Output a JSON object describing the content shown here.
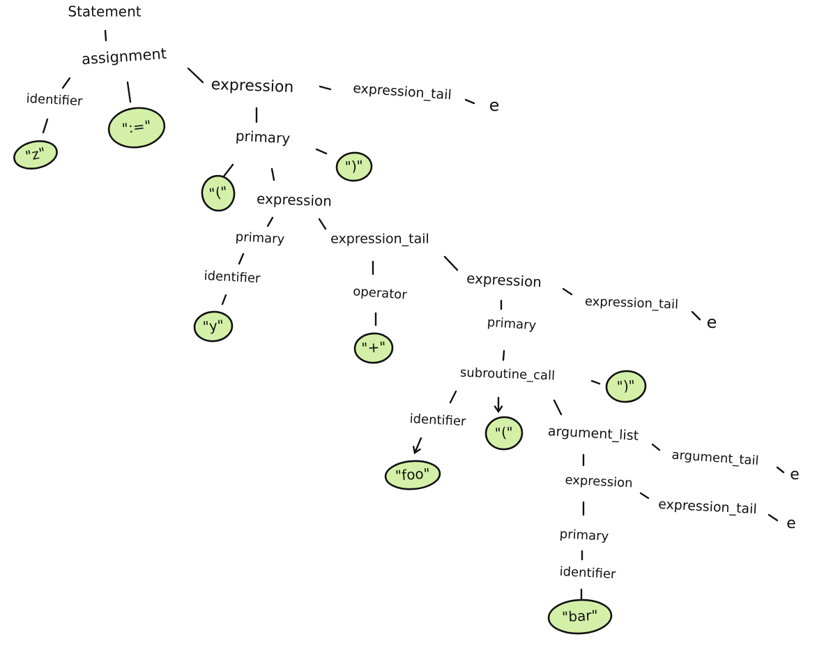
{
  "tree": {
    "nodes": [
      {
        "id": "statement",
        "label": "Statement",
        "kind": "rule"
      },
      {
        "id": "assignment",
        "label": "assignment",
        "kind": "rule"
      },
      {
        "id": "id1",
        "label": "identifier",
        "kind": "rule"
      },
      {
        "id": "z",
        "label": "\"z\"",
        "kind": "terminal"
      },
      {
        "id": "assign_op",
        "label": "\":=\"",
        "kind": "terminal"
      },
      {
        "id": "expr1",
        "label": "expression",
        "kind": "rule"
      },
      {
        "id": "exprtail1",
        "label": "expression_tail",
        "kind": "rule"
      },
      {
        "id": "e1",
        "label": "e",
        "kind": "rule"
      },
      {
        "id": "primary1",
        "label": "primary",
        "kind": "rule"
      },
      {
        "id": "lparen1",
        "label": "\"(\"",
        "kind": "terminal"
      },
      {
        "id": "rparen1",
        "label": "\")\"",
        "kind": "terminal"
      },
      {
        "id": "expr2",
        "label": "expression",
        "kind": "rule"
      },
      {
        "id": "primary2",
        "label": "primary",
        "kind": "rule"
      },
      {
        "id": "exprtail2",
        "label": "expression_tail",
        "kind": "rule"
      },
      {
        "id": "id2",
        "label": "identifier",
        "kind": "rule"
      },
      {
        "id": "y",
        "label": "\"y\"",
        "kind": "terminal"
      },
      {
        "id": "operator",
        "label": "operator",
        "kind": "rule"
      },
      {
        "id": "plus",
        "label": "\"+\"",
        "kind": "terminal"
      },
      {
        "id": "expr3",
        "label": "expression",
        "kind": "rule"
      },
      {
        "id": "exprtail3",
        "label": "expression_tail",
        "kind": "rule"
      },
      {
        "id": "e2",
        "label": "e",
        "kind": "rule"
      },
      {
        "id": "primary3",
        "label": "primary",
        "kind": "rule"
      },
      {
        "id": "subcall",
        "label": "subroutine_call",
        "kind": "rule"
      },
      {
        "id": "rparen2",
        "label": "\")\"",
        "kind": "terminal"
      },
      {
        "id": "id3",
        "label": "identifier",
        "kind": "rule"
      },
      {
        "id": "lparen2",
        "label": "\"(\"",
        "kind": "terminal"
      },
      {
        "id": "arglist",
        "label": "argument_list",
        "kind": "rule"
      },
      {
        "id": "foo",
        "label": "\"foo\"",
        "kind": "terminal"
      },
      {
        "id": "argtail",
        "label": "argument_tail",
        "kind": "rule"
      },
      {
        "id": "e3",
        "label": "e",
        "kind": "rule"
      },
      {
        "id": "expr4",
        "label": "expression",
        "kind": "rule"
      },
      {
        "id": "exprtail4",
        "label": "expression_tail",
        "kind": "rule"
      },
      {
        "id": "e4",
        "label": "e",
        "kind": "rule"
      },
      {
        "id": "primary4",
        "label": "primary",
        "kind": "rule"
      },
      {
        "id": "id4",
        "label": "identifier",
        "kind": "rule"
      },
      {
        "id": "bar",
        "label": "\"bar\"",
        "kind": "terminal"
      }
    ],
    "edges": [
      [
        "statement",
        "assignment"
      ],
      [
        "assignment",
        "id1"
      ],
      [
        "assignment",
        "assign_op"
      ],
      [
        "assignment",
        "expr1"
      ],
      [
        "id1",
        "z"
      ],
      [
        "expr1",
        "exprtail1"
      ],
      [
        "exprtail1",
        "e1"
      ],
      [
        "expr1",
        "primary1"
      ],
      [
        "primary1",
        "lparen1"
      ],
      [
        "primary1",
        "expr2"
      ],
      [
        "primary1",
        "rparen1"
      ],
      [
        "expr2",
        "primary2"
      ],
      [
        "expr2",
        "exprtail2"
      ],
      [
        "primary2",
        "id2"
      ],
      [
        "id2",
        "y"
      ],
      [
        "exprtail2",
        "operator"
      ],
      [
        "operator",
        "plus"
      ],
      [
        "exprtail2",
        "expr3"
      ],
      [
        "expr3",
        "exprtail3"
      ],
      [
        "exprtail3",
        "e2"
      ],
      [
        "expr3",
        "primary3"
      ],
      [
        "primary3",
        "subcall"
      ],
      [
        "subcall",
        "rparen2"
      ],
      [
        "subcall",
        "id3"
      ],
      [
        "subcall",
        "lparen2"
      ],
      [
        "subcall",
        "arglist"
      ],
      [
        "id3",
        "foo"
      ],
      [
        "arglist",
        "argtail"
      ],
      [
        "argtail",
        "e3"
      ],
      [
        "arglist",
        "expr4"
      ],
      [
        "expr4",
        "exprtail4"
      ],
      [
        "exprtail4",
        "e4"
      ],
      [
        "expr4",
        "primary4"
      ],
      [
        "primary4",
        "id4"
      ],
      [
        "id4",
        "bar"
      ]
    ]
  },
  "colors": {
    "terminal_fill": "#d4f0a8",
    "stroke": "#111111",
    "background": "#ffffff"
  }
}
